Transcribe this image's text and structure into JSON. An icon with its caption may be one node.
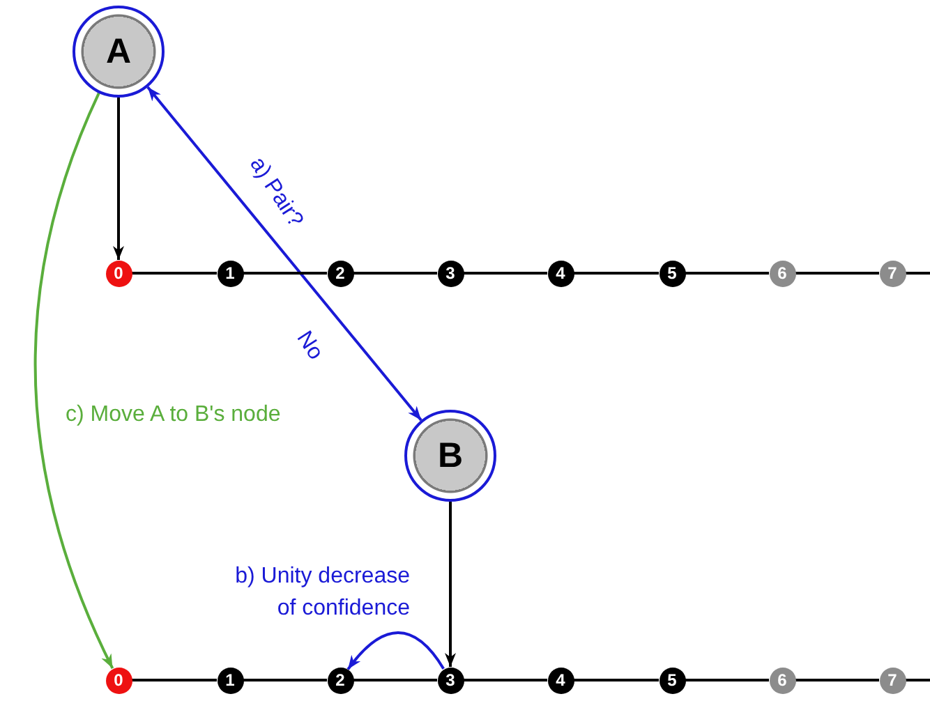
{
  "diagram": {
    "nodes": [
      {
        "text": [
          "A"
        ]
      },
      {
        "text": [
          "B"
        ]
      },
      {
        "text": [
          "0"
        ]
      },
      {
        "text": [
          "1"
        ]
      },
      {
        "text": [
          "2"
        ]
      },
      {
        "text": [
          "3"
        ]
      },
      {
        "text": [
          "4"
        ]
      },
      {
        "text": [
          "5"
        ]
      },
      {
        "text": [
          "6"
        ]
      },
      {
        "text": [
          "7"
        ]
      },
      {
        "text": [
          "0"
        ]
      },
      {
        "text": [
          "1"
        ]
      },
      {
        "text": [
          "2"
        ]
      },
      {
        "text": [
          "3"
        ]
      },
      {
        "text": [
          "4"
        ]
      },
      {
        "text": [
          "5"
        ]
      },
      {
        "text": [
          "6"
        ]
      },
      {
        "text": [
          "7"
        ]
      }
    ],
    "edges": [
      {
        "from": 0,
        "to": 2,
        "arrow": "to"
      },
      {
        "from": 0,
        "to": 1,
        "arrow": "both",
        "label": "a) Pair?",
        "color": "#1a1ad6"
      },
      {
        "from": 0,
        "to": 10,
        "arrow": "to",
        "label": "c) Move A to B's node",
        "color": "#5aae3c"
      },
      {
        "from": 1,
        "to": 13,
        "arrow": "to"
      },
      {
        "from": 13,
        "to": 12,
        "arrow": "to",
        "label": "b) Unity decrease of confidence",
        "color": "#1a1ad6"
      },
      {
        "from": 2,
        "to": 3,
        "arrow": "none"
      },
      {
        "from": 3,
        "to": 4,
        "arrow": "none"
      },
      {
        "from": 4,
        "to": 5,
        "arrow": "none"
      },
      {
        "from": 5,
        "to": 6,
        "arrow": "none"
      },
      {
        "from": 6,
        "to": 7,
        "arrow": "none"
      },
      {
        "from": 7,
        "to": 8,
        "arrow": "none"
      },
      {
        "from": 8,
        "to": 9,
        "arrow": "none"
      },
      {
        "from": 9,
        "to": null,
        "arrow": "none"
      },
      {
        "from": 10,
        "to": 11,
        "arrow": "none"
      },
      {
        "from": 11,
        "to": 12,
        "arrow": "none"
      },
      {
        "from": 12,
        "to": 13,
        "arrow": "none"
      },
      {
        "from": 13,
        "to": 14,
        "arrow": "none"
      },
      {
        "from": 14,
        "to": 15,
        "arrow": "none"
      },
      {
        "from": 15,
        "to": 16,
        "arrow": "none"
      },
      {
        "from": 16,
        "to": 17,
        "arrow": "none"
      },
      {
        "from": 17,
        "to": null,
        "arrow": "none"
      }
    ],
    "labels": [
      "No"
    ]
  }
}
